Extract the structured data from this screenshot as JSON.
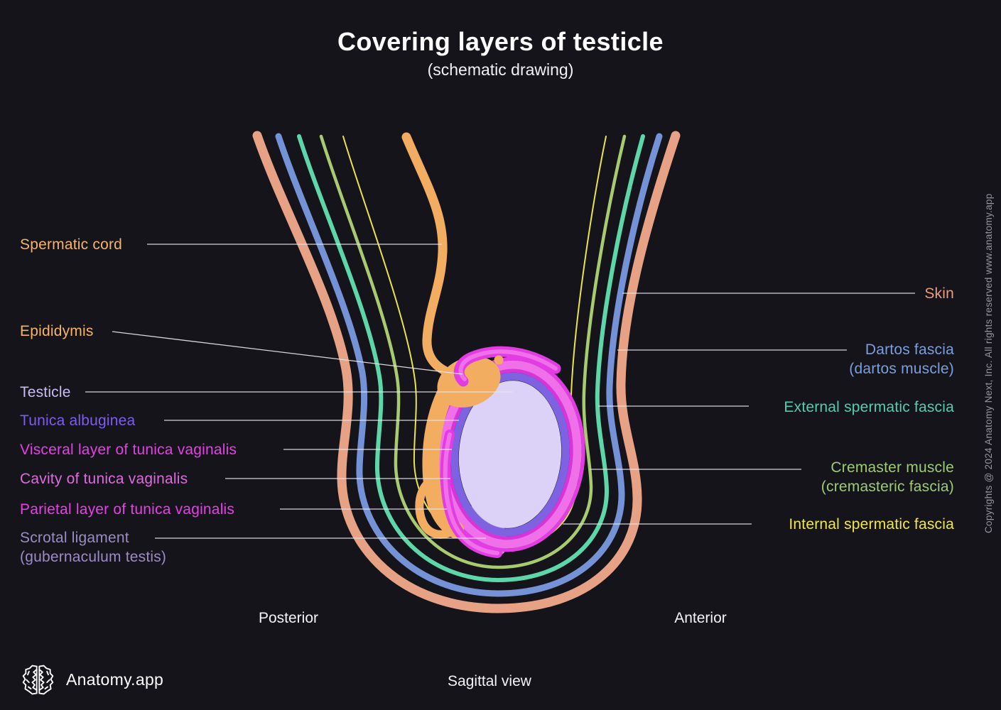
{
  "title": {
    "main": "Covering layers of testicle",
    "sub": "(schematic drawing)"
  },
  "labels_left": [
    {
      "text": "Spermatic cord",
      "color": "#f5b469"
    },
    {
      "text": "Epididymis",
      "color": "#f5b469"
    },
    {
      "text": "Testicle",
      "color": "#cbbcf2"
    },
    {
      "text": "Tunica albuginea",
      "color": "#7d5ef0"
    },
    {
      "text": "Visceral layer of tunica vaginalis",
      "color": "#e83ee8"
    },
    {
      "text": "Cavity of tunica vaginalis",
      "color": "#de6ade"
    },
    {
      "text": "Parietal layer of tunica vaginalis",
      "color": "#e83ee8"
    },
    {
      "text": "Scrotal ligament",
      "text2": "(gubernaculum testis)",
      "color": "#9d8cc4"
    }
  ],
  "labels_right": [
    {
      "text": "Skin",
      "color": "#eb9c80"
    },
    {
      "text": "Dartos fascia",
      "text2": "(dartos muscle)",
      "color": "#7b9fdd"
    },
    {
      "text": "External spermatic fascia",
      "color": "#4fd0ac"
    },
    {
      "text": "Cremaster muscle",
      "text2": "(cremasteric fascia)",
      "color": "#9fcc72"
    },
    {
      "text": "Internal spermatic fascia",
      "color": "#efe64a"
    }
  ],
  "orientation": {
    "posterior": "Posterior",
    "anterior": "Anterior",
    "view": "Sagittal view"
  },
  "branding": {
    "name": "Anatomy.app",
    "logo_icon": "brain-icon"
  },
  "copyright": "Copyrights @ 2024 Anatomy Next, Inc. All rights reserved www.anatomy.app",
  "diagram": {
    "background": "#14141a",
    "layers": [
      {
        "name": "skin",
        "color": "#e7a286"
      },
      {
        "name": "dartos-fascia",
        "color": "#7592d6"
      },
      {
        "name": "external-spermatic-fascia",
        "color": "#5dd7aa"
      },
      {
        "name": "cremaster-muscle",
        "color": "#a9cb6f"
      },
      {
        "name": "internal-spermatic-fascia",
        "color": "#e9e44b"
      }
    ],
    "structures": {
      "spermatic_cord": "#f2ad60",
      "epididymis": "#f2ad60",
      "testicle_fill": "#dcd2f7",
      "tunica_albuginea": "#7d63e2",
      "visceral_layer": "#d735d7",
      "cavity_of_tunica_vaginalis": "#ef70e9",
      "parietal_layer": "#e23ce2",
      "scrotal_ligament": "#a89bc7",
      "leader_line": "#e5e5ea"
    }
  }
}
